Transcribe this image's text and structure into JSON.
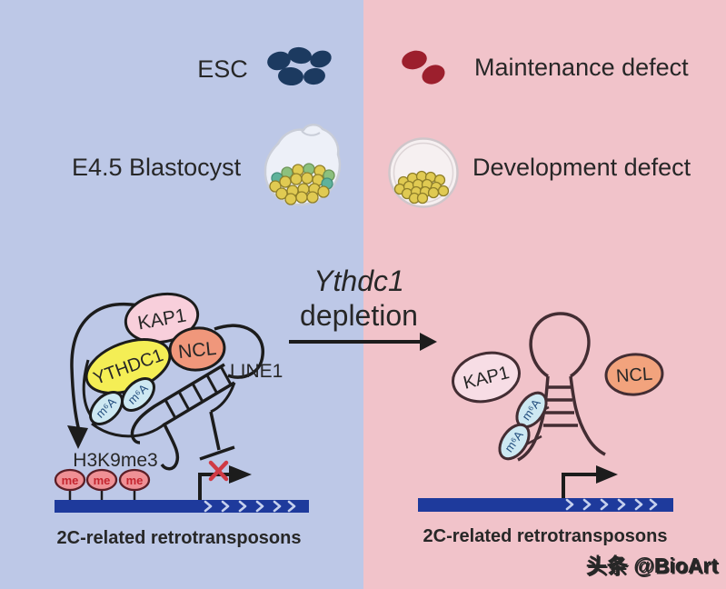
{
  "colors": {
    "left_bg": "#bdc8e7",
    "right_bg": "#f1c3ca",
    "esc_cell": "#1c3a60",
    "defect_cell": "#9c1f2d",
    "kap1_fill": "#f8cfdb",
    "kap1_fill_right": "#f7dde5",
    "ythdc1_fill": "#f4ee55",
    "ncl_fill": "#f0977b",
    "ncl_fill_right": "#f2a37d",
    "m6a_fill": "#cde8f2",
    "m6a_text": "#224d7d",
    "me_fill": "#ef9095",
    "me_text": "#c3242e",
    "dna_bar": "#1e3a9c",
    "chevron": "#c5d0ee",
    "red_x": "#d03a45",
    "blastocyst_fill": "#edf0f8",
    "blastocyst_outline": "#c9cdd8",
    "blastocyst_cell_yellow": "#e0ca52",
    "blastocyst_cell_green": "#8cc07e",
    "blastocyst_cell_teal": "#5fb29b",
    "ink_left": "#1c1c1c",
    "ink_right": "#432d33",
    "watermark": "#ffffff"
  },
  "top": {
    "esc_label": "ESC",
    "maintenance_label": "Maintenance defect",
    "blastocyst_label": "E4.5 Blastocyst",
    "development_label": "Development defect"
  },
  "center": {
    "gene": "Ythdc1",
    "action": "depletion"
  },
  "left_panel": {
    "kap1": "KAP1",
    "ythdc1": "YTHDC1",
    "ncl": "NCL",
    "m6a": "m⁶A",
    "line1": "LINE1",
    "h3k9me3": "H3K9me3",
    "me": "me",
    "bar_label": "2C-related retrotransposons"
  },
  "right_panel": {
    "kap1": "KAP1",
    "ncl": "NCL",
    "m6a": "m⁶A",
    "bar_label": "2C-related retrotransposons"
  },
  "watermark": "头条 @BioArt"
}
